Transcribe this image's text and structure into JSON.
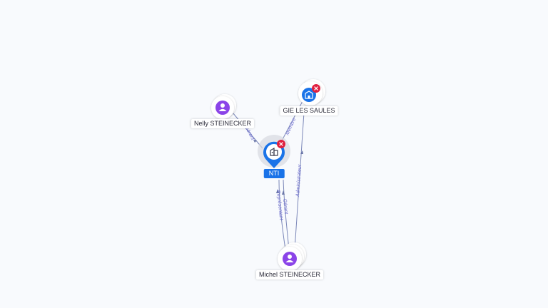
{
  "nodes": {
    "nti": {
      "label": "NTI",
      "icon": "company-icon",
      "badge": "close-icon"
    },
    "gie": {
      "label": "GIE LES SAULES",
      "icon": "company-icon",
      "badge": "close-icon"
    },
    "nelly": {
      "label": "Nelly STEINECKER",
      "icon": "person-icon"
    },
    "michel": {
      "label": "Michel STEINECKER",
      "icon": "person-icon"
    }
  },
  "edges": {
    "nelly_nti": "Gérant",
    "gie_nti": "Membre",
    "michel_gie": "Administrateur",
    "michel_nti_1": "Gérant",
    "michel_nti_2": "Représentant"
  },
  "colors": {
    "primary": "#1a73e8",
    "person": "#8b44e8",
    "badge": "#e0203f",
    "edge": "#7a86b8",
    "edge_label": "#6f6fcf"
  }
}
